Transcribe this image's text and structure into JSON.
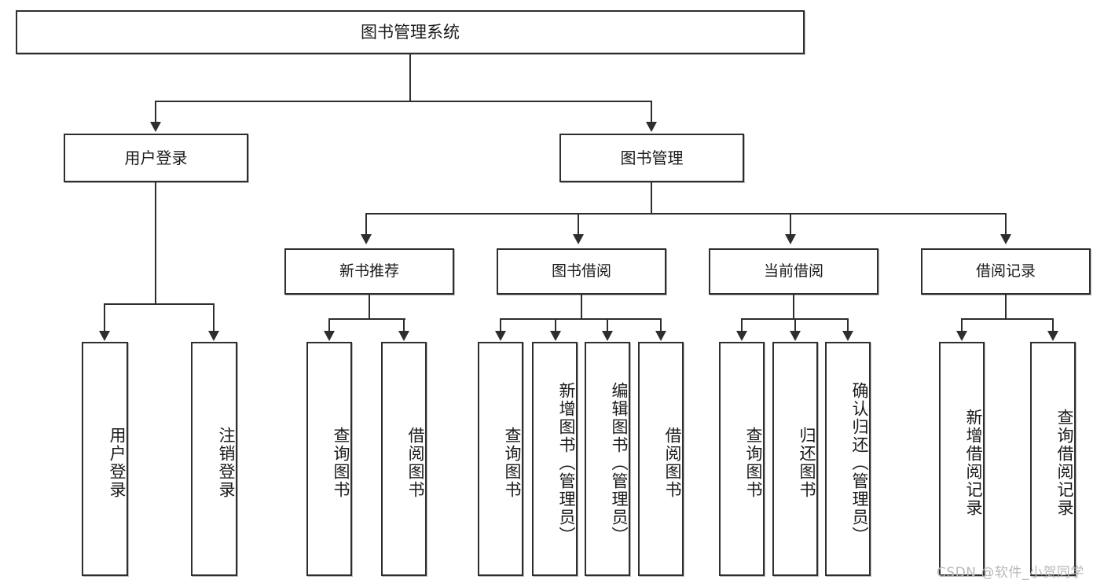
{
  "diagram": {
    "title": "图书管理系统",
    "type": "tree-hierarchy-diagram",
    "root": {
      "label": "图书管理系统"
    },
    "level2": [
      {
        "label": "用户登录"
      },
      {
        "label": "图书管理"
      }
    ],
    "level3": [
      {
        "label": "新书推荐"
      },
      {
        "label": "图书借阅"
      },
      {
        "label": "当前借阅"
      },
      {
        "label": "借阅记录"
      }
    ],
    "leaves": {
      "user_login": [
        {
          "label": "用户登录"
        },
        {
          "label": "注销登录"
        }
      ],
      "new_book_recommend": [
        {
          "label": "查询图书"
        },
        {
          "label": "借阅图书"
        }
      ],
      "book_borrow": [
        {
          "label": "查询图书"
        },
        {
          "label": "新增图书（管理员）"
        },
        {
          "label": "编辑图书（管理员）"
        },
        {
          "label": "借阅图书"
        }
      ],
      "current_borrow": [
        {
          "label": "查询图书"
        },
        {
          "label": "归还图书"
        },
        {
          "label": "确认归还（管理员）"
        }
      ],
      "borrow_record": [
        {
          "label": "新增借阅记录"
        },
        {
          "label": "查询借阅记录"
        }
      ]
    }
  },
  "watermark": {
    "text": "CSDN @软件_小贺同学"
  },
  "colors": {
    "stroke": "#2e2e2e",
    "fill": "#ffffff",
    "text": "#1a1a1a",
    "watermark": "#b8b8b8"
  }
}
